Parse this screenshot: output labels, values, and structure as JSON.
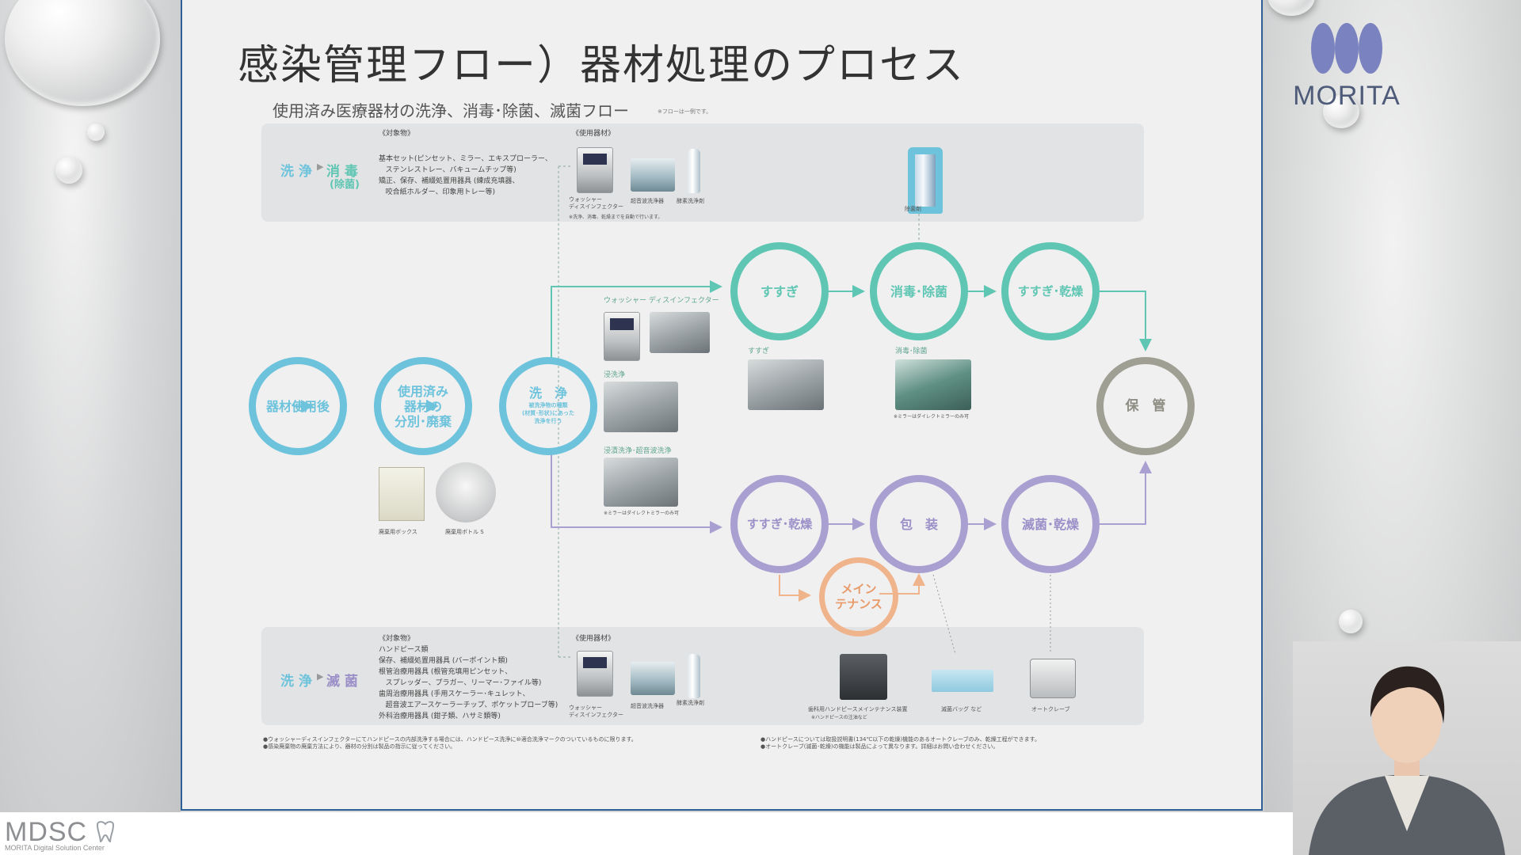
{
  "slide": {
    "title": "感染管理フロー）器材処理のプロセス",
    "subtitle": "使用済み医療器材の洗浄、消毒･除菌、滅菌フロー",
    "subtitle_note": "※フローは一例です。"
  },
  "top_panel": {
    "tag_a": "洗 浄",
    "tag_b": "消 毒",
    "tag_c": "(除菌)",
    "objects_header": "《対象物》",
    "objects_text": "基本セット(ピンセット、ミラー、エキスプローラー、\n   ステンレストレー、バキュームチップ等)\n矯正、保存、補綴処置用器具 (練成充填器、\n   咬合紙ホルダー、印象用トレー等)",
    "equipment_header": "《使用器材》",
    "eq_washer": "ウォッシャー\nディスインフェクター",
    "eq_ultrasonic": "超音波洗浄器",
    "eq_enzyme": "酵素洗浄剤",
    "eq_note": "※洗浄、消毒、乾燥までを自動で行います。",
    "eq_disinfectant": "除菌剤"
  },
  "bottom_panel": {
    "tag_a": "洗 浄",
    "tag_b": "滅 菌",
    "objects_header": "《対象物》",
    "objects_text": "ハンドピース類\n保存、補綴処置用器具 (バーポイント類)\n根管治療用器具 (根管充填用ピンセット、\n   スプレッダー、プラガー、リーマー･ファイル等)\n歯周治療用器具 (手用スケーラー･キュレット、\n   超音波エアースケーラーチップ、ポケットプローブ等)\n外科治療用器具 (鉗子類、ハサミ類等)",
    "equipment_header": "《使用器材》",
    "eq_washer": "ウォッシャー\nディスインフェクター",
    "eq_ultrasonic": "超音波洗浄器",
    "eq_enzyme": "酵素洗浄剤",
    "eq_handpiece": "歯科用ハンドピースメインテナンス装置",
    "eq_handpiece_note": "※ハンドピースの注油など",
    "eq_bag": "滅菌バッグ など",
    "eq_autoclave": "オートクレーブ"
  },
  "nodes": {
    "after_use": "器材使用後",
    "sort": "使用済み\n器材の\n分別･廃棄",
    "wash": "洗　浄",
    "wash_sub": "被洗浄物の種類\n(材質･形状)にあった\n洗浄を行う",
    "rinse": "すすぎ",
    "disinfect": "消毒･除菌",
    "rinse_dry_top": "すすぎ･乾燥",
    "storage": "保　管",
    "rinse_dry_bottom": "すすぎ･乾燥",
    "packaging": "包　装",
    "sterilize_dry": "滅菌･乾燥",
    "maintenance": "メイン\nテナンス"
  },
  "labels": {
    "washer_label": "ウォッシャー ディスインフェクター",
    "hand_wash": "浸洗浄",
    "immersion_ultrasonic": "浸漬洗浄･超音波洗浄",
    "immersion_note": "※ミラーはダイレクトミラーのみ可",
    "rinse_label": "すすぎ",
    "disinfect_label": "消毒･除菌",
    "disinfect_note": "※ミラーはダイレクトミラーのみ可",
    "waste_box": "廃棄用ボックス",
    "waste_tool": "廃棄用ボトル S"
  },
  "footnotes": {
    "left": "●ウォッシャーディスインフェクターにてハンドピースの内部洗浄する場合には、ハンドピース洗浄に⑩適合洗浄マークのついているものに限ります。\n●感染廃棄物の廃棄方法により、器材の分別は製品の指示に従ってください。",
    "right": "●ハンドピースについては取扱説明書(134℃以下の乾燥)機能のあるオートクレーブのみ、乾燥工程ができます。\n●オートクレーブ(滅菌･乾燥)の機能は製品によって異なります。詳細はお問い合わせください。"
  },
  "brand": {
    "logo_text": "MORITA",
    "footer_logo": "MDSC",
    "footer_sub": "MORITA Digital Solution Center"
  },
  "colors": {
    "blue": "#6ec3dc",
    "teal": "#5fc6b3",
    "purple": "#a99fd0",
    "gray": "#a09f93",
    "orange": "#f0b48c"
  }
}
